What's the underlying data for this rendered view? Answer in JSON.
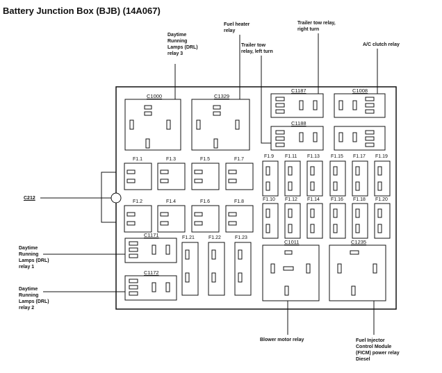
{
  "title": "Battery Junction Box (BJB) (14A067)",
  "callouts": {
    "drl3": "Daytime\nRunning\nLamps (DRL)\nrelay 3",
    "fuel_heater": "Fuel heater\nrelay",
    "trailer_left": "Trailer tow\nrelay, left turn",
    "trailer_right": "Trailer tow relay,\nright turn",
    "ac_clutch": "A/C clutch relay",
    "c212": "C212",
    "drl1": "Daytime\nRunning\nLamps (DRL)\nrelay 1",
    "drl2": "Daytime\nRunning\nLamps (DRL)\nrelay 2",
    "blower": "Blower motor relay",
    "ficm": "Fuel Injector\nControl Module\n(FICM) power relay\nDiesel"
  },
  "connectors": {
    "c1000": "C1000",
    "c1329": "C1329",
    "c1187": "C1187",
    "c1008": "C1008",
    "c1188": "C1188",
    "c1171": "C1171",
    "c1172": "C1172",
    "c1011": "C1011",
    "c1235": "C1235"
  },
  "fuses": {
    "f1_1": "F1.1",
    "f1_3": "F1.3",
    "f1_5": "F1.5",
    "f1_7": "F1.7",
    "f1_2": "F1.2",
    "f1_4": "F1.4",
    "f1_6": "F1.6",
    "f1_8": "F1.8",
    "f1_9": "F1.9",
    "f1_11": "F1.11",
    "f1_13": "F1.13",
    "f1_15": "F1.15",
    "f1_17": "F1.17",
    "f1_19": "F1.19",
    "f1_10": "F1.10",
    "f1_12": "F1.12",
    "f1_14": "F1.14",
    "f1_16": "F1.16",
    "f1_18": "F1.18",
    "f1_20": "F1.20",
    "f1_21": "F1.21",
    "f1_22": "F1.22",
    "f1_23": "F1.23"
  }
}
